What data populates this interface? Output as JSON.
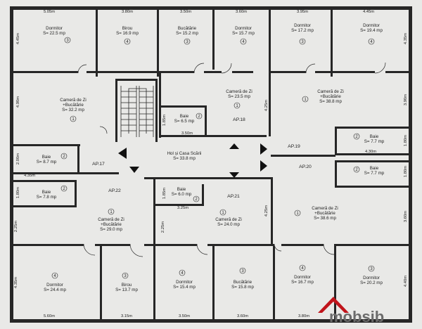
{
  "colors": {
    "paper": "#e9e9e7",
    "wall": "#262626",
    "text": "#222222",
    "logo_red": "#c0141b",
    "logo_gray": "#6b6b6b"
  },
  "top_dims": [
    "5.05m",
    "3.80m",
    "3.50m",
    "3.60m",
    "3.95m",
    "4.45m"
  ],
  "bottom_dims": [
    "5.60m",
    "3.15m",
    "3.50m",
    "3.60m",
    "3.80m"
  ],
  "side_dims": [
    "4.45m",
    "4.90m",
    "2.00m",
    "1.80m",
    "2.25m",
    "4.35m",
    "1.85m",
    "1.85m",
    "2.25m",
    "4.25m",
    "4.25m",
    "4.35m",
    "3.90m",
    "1.80m",
    "1.80m",
    "3.60m",
    "4.40m"
  ],
  "inner_dims": [
    "3.50m",
    "4.35m",
    "3.25m",
    "4.30m"
  ],
  "rooms": [
    {
      "name": "Dormitor",
      "area": "S= 22.5 mp",
      "num": "3"
    },
    {
      "name": "Birou",
      "area": "S= 16.9 mp",
      "num": "4"
    },
    {
      "name": "Bucătărie",
      "area": "S= 15.2 mp",
      "num": "3"
    },
    {
      "name": "Dormitor",
      "area": "S= 15.7 mp",
      "num": "4"
    },
    {
      "name": "Dormitor",
      "area": "S= 17.2 mp",
      "num": "3"
    },
    {
      "name": "Dormitor",
      "area": "S= 19.4 mp",
      "num": "4"
    },
    {
      "name": "Cameră de Zi",
      "name2": "+Bucătărie",
      "area": "S= 32.2 mp",
      "num": "1"
    },
    {
      "name": "Cameră de Zi",
      "area": "S= 23.5 mp",
      "num": "1"
    },
    {
      "name": "Cameră de Zi",
      "name2": "+Bucătărie",
      "area": "S= 38.8 mp",
      "num": "1"
    },
    {
      "name": "Baie",
      "area": "S= 6.5 mp",
      "num": "2"
    },
    {
      "name": "Baie",
      "area": "S= 7.7 mp",
      "num": "2"
    },
    {
      "name": "Baie",
      "area": "S= 8.7 mp",
      "num": "2"
    },
    {
      "name": "Hol și Casa Scării",
      "area": "S= 33.8 mp"
    },
    {
      "name": "Baie",
      "area": "S= 7.7 mp",
      "num": "2"
    },
    {
      "name": "Baie",
      "area": "S= 7.8 mp",
      "num": "2"
    },
    {
      "name": "Baie",
      "area": "S= 6.0 mp",
      "num": "2"
    },
    {
      "name": "Cameră de Zi",
      "name2": "+Bucătărie",
      "area": "S= 29.0 mp",
      "num": "1"
    },
    {
      "name": "Cameră de Zi",
      "area": "S= 24.0 mp",
      "num": "1"
    },
    {
      "name": "Cameră de Zi",
      "name2": "+Bucătărie",
      "area": "S= 38.6 mp",
      "num": "1"
    },
    {
      "name": "Dormitor",
      "area": "S= 24.4 mp",
      "num": "4"
    },
    {
      "name": "Birou",
      "area": "S= 13.7 mp",
      "num": "3"
    },
    {
      "name": "Dormitor",
      "area": "S= 15.4 mp",
      "num": "4"
    },
    {
      "name": "Bucătărie",
      "area": "S= 15.8 mp",
      "num": "3"
    },
    {
      "name": "Dormitor",
      "area": "S= 16.7 mp",
      "num": "4"
    },
    {
      "name": "Dormitor",
      "area": "S= 20.2 mp",
      "num": "3"
    }
  ],
  "apartments": [
    "AP.18",
    "AP.19",
    "AP.17",
    "AP.20",
    "AP.22",
    "AP.21"
  ],
  "logo": {
    "text": "mobsib"
  }
}
